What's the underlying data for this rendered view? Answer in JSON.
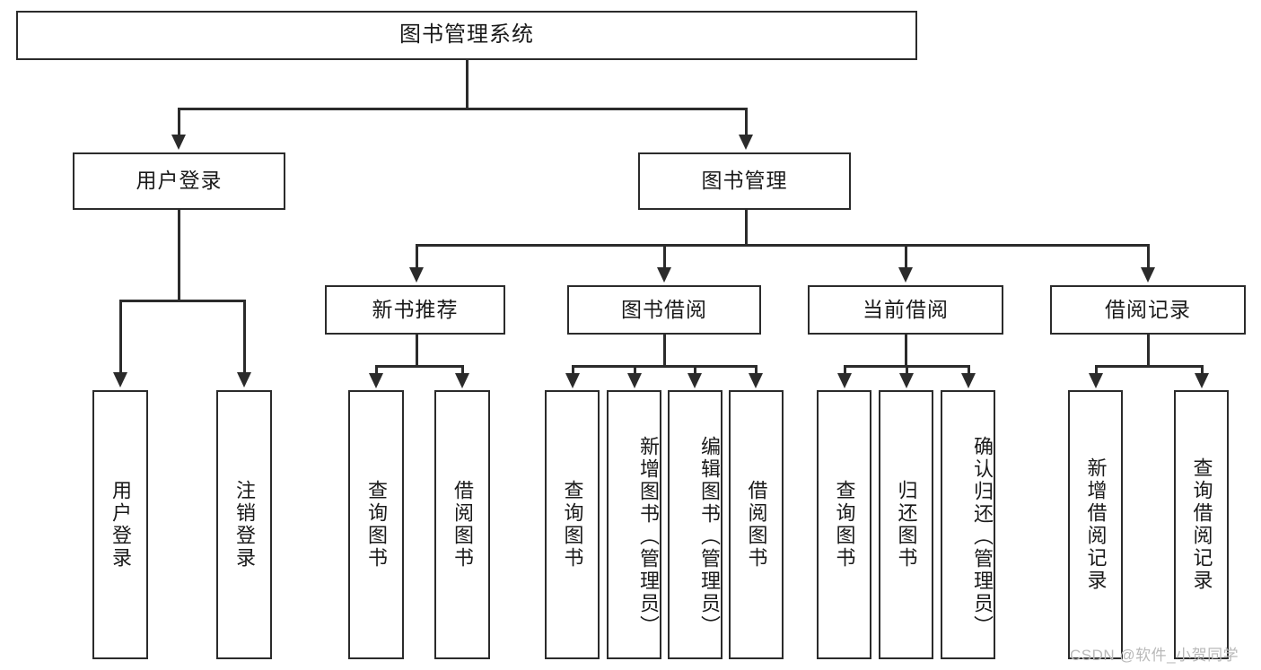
{
  "diagram": {
    "title": "图书管理系统",
    "type": "hierarchy-tree",
    "root": {
      "label": "图书管理系统"
    },
    "level2": [
      {
        "label": "用户登录"
      },
      {
        "label": "图书管理"
      }
    ],
    "level3": [
      {
        "label": "新书推荐"
      },
      {
        "label": "图书借阅"
      },
      {
        "label": "当前借阅"
      },
      {
        "label": "借阅记录"
      }
    ],
    "leaves": {
      "user_login": [
        {
          "label": "用户登录"
        },
        {
          "label": "注销登录"
        }
      ],
      "new_book_recommend": [
        {
          "label": "查询图书"
        },
        {
          "label": "借阅图书"
        }
      ],
      "book_borrow": [
        {
          "label": "查询图书"
        },
        {
          "label": "新增图书（管理员）"
        },
        {
          "label": "编辑图书（管理员）"
        },
        {
          "label": "借阅图书"
        }
      ],
      "current_borrow": [
        {
          "label": "查询图书"
        },
        {
          "label": "归还图书"
        },
        {
          "label": "确认归还（管理员）"
        }
      ],
      "borrow_record": [
        {
          "label": "新增借阅记录"
        },
        {
          "label": "查询借阅记录"
        }
      ]
    }
  },
  "watermark": {
    "text": "CSDN @软件_小贺同学"
  },
  "colors": {
    "stroke": "#2b2b2b",
    "background": "#ffffff",
    "text": "#1a1a1a",
    "watermark": "#b9b9b9"
  }
}
